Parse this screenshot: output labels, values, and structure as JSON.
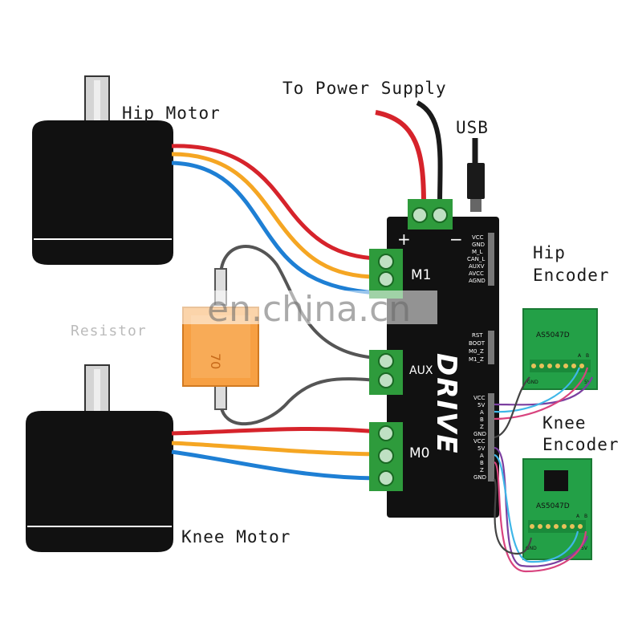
{
  "labels": {
    "power_supply": "To Power Supply",
    "usb": "USB",
    "hip_motor": "Hip Motor",
    "knee_motor": "Knee Motor",
    "hip_encoder_1": "Hip",
    "hip_encoder_2": "Encoder",
    "knee_encoder_1": "Knee",
    "knee_encoder_2": "Encoder",
    "resistor_partial": "Resistor",
    "resistor_value": "70"
  },
  "board": {
    "logo": "DRIVE",
    "plus": "+",
    "minus": "−",
    "m1_label": "M1",
    "aux_label": "AUX",
    "m0_label": "M0",
    "pins_top": [
      "VCC",
      "GND",
      "M_L",
      "CAN_L",
      "AUXV",
      "AVCC",
      "AGND"
    ],
    "pins_mid": [
      "RST",
      "BOOT",
      "M0_Z",
      "M1_Z"
    ],
    "pins_enc1": [
      "VCC",
      "5V",
      "A",
      "B",
      "Z",
      "GND"
    ],
    "pins_enc2": [
      "VCC",
      "5V",
      "A",
      "B",
      "Z",
      "GND"
    ]
  },
  "encoders": {
    "hip_chip": "AS5047D",
    "knee_chip": "AS5047D",
    "pin_a": "A",
    "pin_b": "B",
    "pin_5v": "5V",
    "pin_gnd": "GND"
  },
  "watermark": "en.china.cn",
  "colors": {
    "wire_red": "#d6232b",
    "wire_orange": "#f5a623",
    "wire_blue": "#1e7fd4",
    "wire_black": "#1a1a1a",
    "wire_grey": "#555555",
    "wire_purple": "#7b3fa0",
    "wire_cyan": "#3fb7e8",
    "wire_pink": "#d8437e",
    "terminal_green": "#2e9b3c",
    "encoder_green": "#23a047",
    "resistor_orange": "#f7a043"
  }
}
